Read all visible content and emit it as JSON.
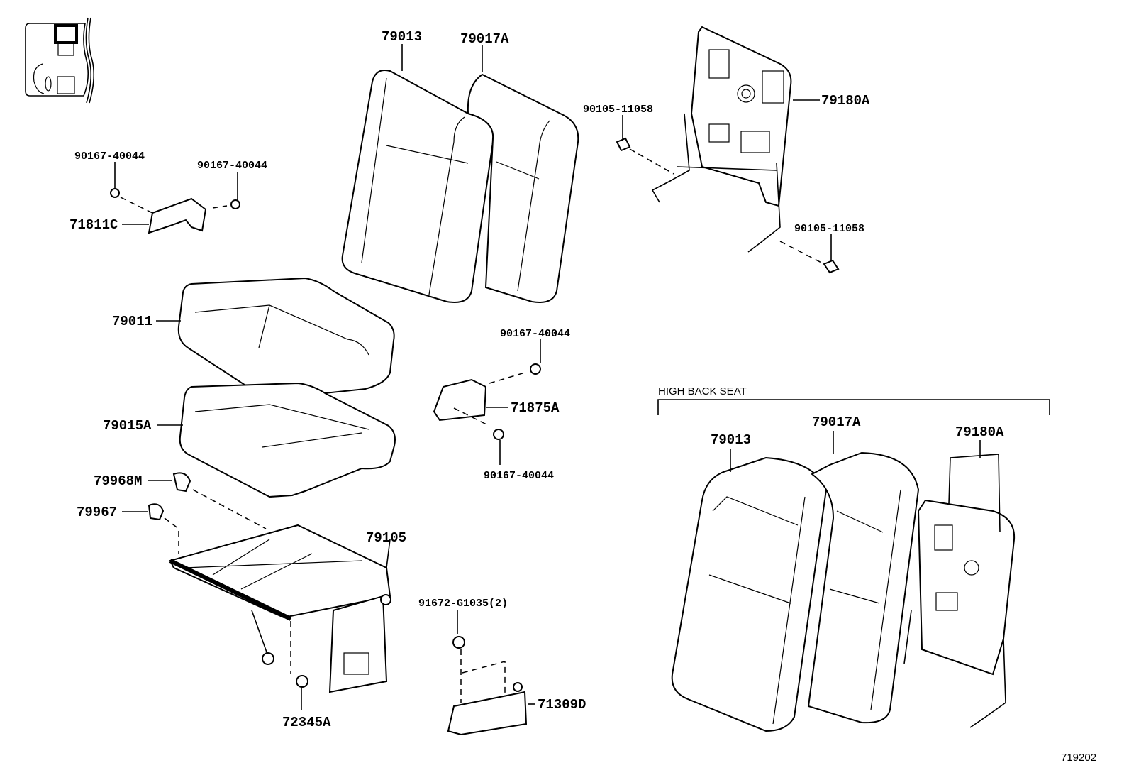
{
  "diagram": {
    "labels": {
      "seatback_cover": "79013",
      "seatback_pad": "79017A",
      "bolt_top": "90105-11058",
      "seatback_frame": "79180A",
      "screw_a": "90167-40044",
      "screw_b": "90167-40044",
      "cover_71811c": "71811C",
      "cushion_cover": "79011",
      "screw_c": "90167-40044",
      "cover_71875a": "71875A",
      "screw_d": "90167-40044",
      "cushion_pad": "79015A",
      "clip_79968m": "79968M",
      "clip_79967": "79967",
      "cushion_frame": "79105",
      "bolt_91672": "91672-G1035(2)",
      "cover_71309d": "71309D",
      "stopper_72345a": "72345A",
      "bolt_right": "90105-11058",
      "high_back_cover": "79013",
      "high_back_pad": "79017A",
      "high_back_frame": "79180A"
    },
    "section_title": "HIGH BACK SEAT",
    "figure_number": "719202"
  }
}
